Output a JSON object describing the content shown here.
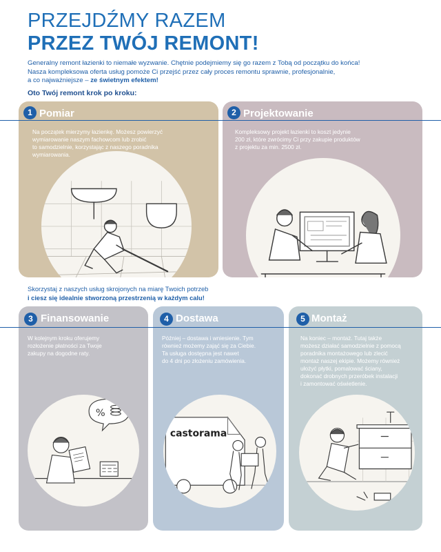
{
  "header": {
    "title_line1": "PRZEJDŹMY RAZEM",
    "title_line2": "PRZEZ TWÓJ REMONT!",
    "intro_line1": "Generalny remont łazienki to niemałe wyzwanie. Chętnie podejmiemy się go razem z Tobą od początku do końca!",
    "intro_line2": "Nasza kompleksowa oferta usług pomoże Ci przejść przez cały proces remontu sprawnie, profesjonalnie,",
    "intro_line3_plain": "a co najważniejsze – ",
    "intro_line3_bold": "ze świetnym efektem!",
    "steps_heading": "Oto Twój remont krok po kroku:"
  },
  "steps": [
    {
      "number": "1",
      "title": "Pomiar",
      "lines": [
        "Na początek mierzymy łazienkę. Możesz powierzyć",
        "wymiarowanie naszym fachowcom lub zrobić",
        "to samodzielnie, korzystając z naszego poradnika",
        "wymiarowania."
      ]
    },
    {
      "number": "2",
      "title": "Projektowanie",
      "lines": [
        "Kompleksowy projekt łazienki to koszt jedynie",
        "200 zł, które zwrócimy Ci przy zakupie produktów",
        "z projektu za min. 2500 zł."
      ]
    },
    {
      "number": "3",
      "title": "Finansowanie",
      "lines": [
        "W kolejnym kroku oferujemy",
        "rozłożenie płatności za Twoje",
        "zakupy na dogodne raty."
      ]
    },
    {
      "number": "4",
      "title": "Dostawa",
      "lines": [
        "Później – dostawa i wniesienie. Tym",
        "również możemy zająć się za Ciebie.",
        "Ta usługa dostępna jest nawet",
        "do 4 dni po złożeniu zamówienia."
      ]
    },
    {
      "number": "5",
      "title": "Montaż",
      "lines": [
        "Na koniec – montaż. Tutaj także",
        "możesz działać samodzielnie z pomocą",
        "poradnika montażowego lub zlecić",
        "montaż naszej ekipie. Możemy również",
        "ułożyć płytki, pomalować ściany,",
        "dokonać drobnych przeróbek instalacji",
        "i zamontować oświetlenie."
      ]
    }
  ],
  "middle": {
    "line1": "Skorzystaj z naszych usług skrojonych na miarę Twoich potrzeb",
    "line2": "i ciesz się idealnie stworzoną przestrzenią w każdym calu!"
  },
  "illustrations": {
    "van_brand": "castorama"
  },
  "colors": {
    "brand_blue": "#1f5fa8",
    "card1": "#d2c3a8",
    "card2": "#c9bbc0",
    "card3": "#c3c2c8",
    "card4": "#b9c8d8",
    "card5": "#c4d0d3"
  }
}
